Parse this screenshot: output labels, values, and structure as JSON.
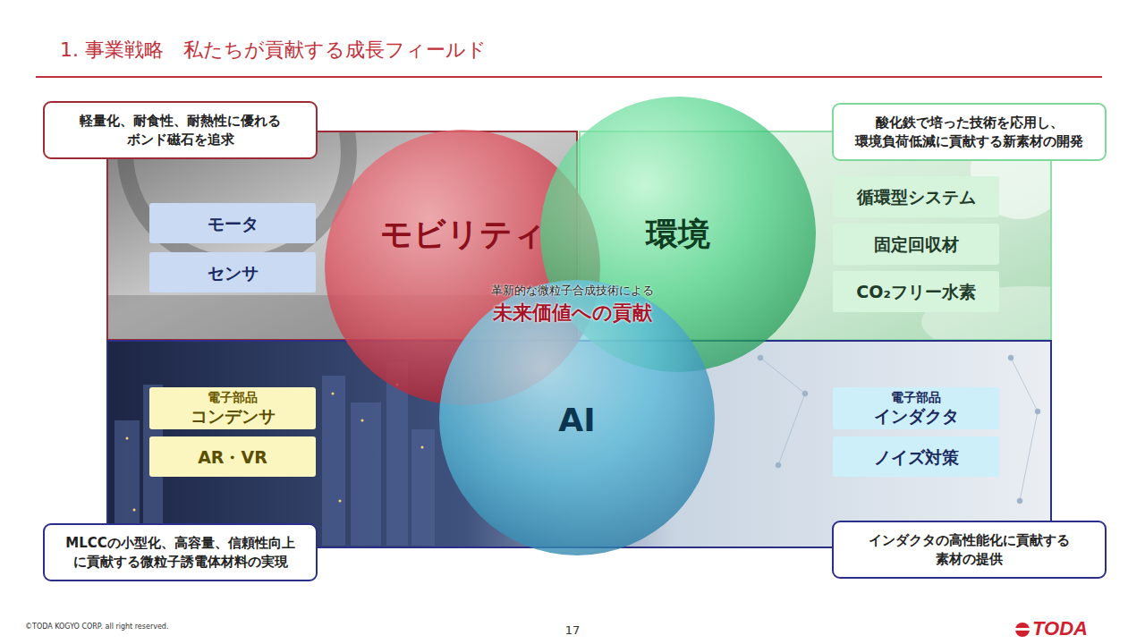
{
  "diagram": {
    "title": "1. 事業戦略　私たちが貢献する成長フィールド",
    "nodes": [
      {
        "text": [
          "軽量化、耐食性、耐熱性に優れる ボンド磁石を追求"
        ]
      },
      {
        "text": [
          "酸化鉄で培った技術を応用し、 環境負荷低減に貢献する新素材の開発"
        ]
      },
      {
        "text": [
          "モータ"
        ]
      },
      {
        "text": [
          "センサ"
        ]
      },
      {
        "text": [
          "モビリティ"
        ]
      },
      {
        "text": [
          "環境"
        ]
      },
      {
        "text": [
          "循環型システム"
        ]
      },
      {
        "text": [
          "固定回収材"
        ]
      },
      {
        "text": [
          "CO₂フリー水素"
        ]
      },
      {
        "text": [
          "AI"
        ]
      },
      {
        "text": [
          "電子部品",
          "コンデンサ"
        ]
      },
      {
        "text": [
          "AR・VR"
        ]
      },
      {
        "text": [
          "電子部品",
          "インダクタ"
        ]
      },
      {
        "text": [
          "ノイズ対策"
        ]
      },
      {
        "text": [
          "MLCCの小型化、高容量、信頼性向上 に貢献する微粒子誘電体材料の実現"
        ]
      },
      {
        "text": [
          "インダクタの高性能化に貢献する 素材の提供"
        ]
      }
    ],
    "labels": [
      "革新的な微粒子合成技術による",
      "未来価値への貢献",
      "©TODA KOGYO CORP. all right reserved.",
      "17",
      "TODA"
    ]
  }
}
